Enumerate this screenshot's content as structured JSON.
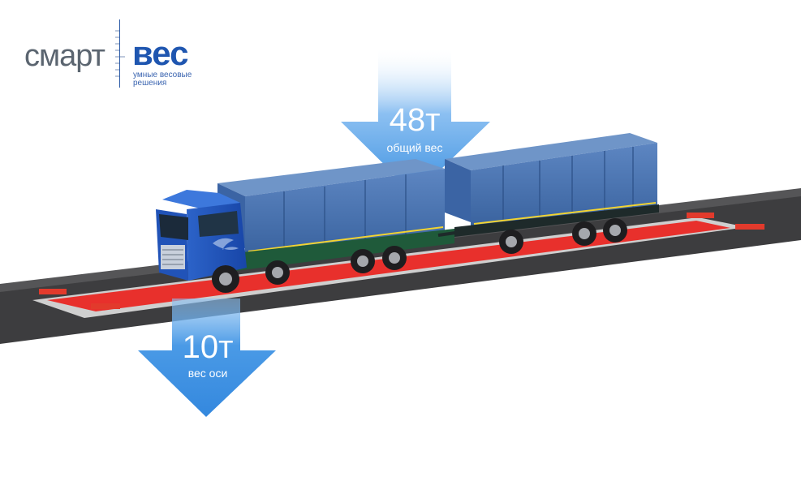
{
  "logo": {
    "word1": "смарт",
    "word2": "вес",
    "tagline_line1": "умные весовые",
    "tagline_line2": "решения"
  },
  "total_weight": {
    "value": "48т",
    "label": "общий вес"
  },
  "axle_weight": {
    "value": "10т",
    "label": "вес оси"
  },
  "colors": {
    "arrow_blue": "#3a8fe0",
    "platform_red": "#e8302c",
    "road_gray": "#3d3d3f",
    "truck_blue": "#2f6fd0",
    "cargo_blue": "#4a78b8"
  }
}
